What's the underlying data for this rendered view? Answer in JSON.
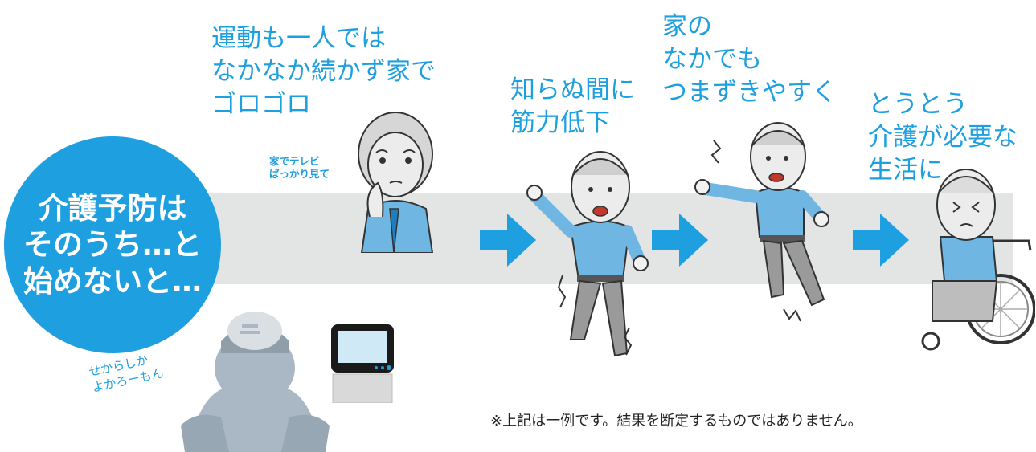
{
  "circle": {
    "lines": [
      "介護予防は",
      "そのうち…と",
      "始めないと…"
    ]
  },
  "stage1": {
    "caption": [
      "運動も一人では",
      "なかなか続かず家で",
      "ゴロゴロ"
    ],
    "small_note": [
      "家でテレビ",
      "ばっかり見て"
    ],
    "dialect": [
      "せからしか",
      "よかろーもん"
    ]
  },
  "stage2": {
    "caption": [
      "知らぬ間に",
      "筋力低下"
    ]
  },
  "stage3": {
    "caption": [
      "家の",
      "なかでも",
      "つまずきやすく"
    ]
  },
  "stage4": {
    "caption": [
      "とうとう",
      "介護が必要な",
      "生活に"
    ]
  },
  "footnote": "※上記は一例です。結果を断定するものではありません。",
  "colors": {
    "accent": "#1e9fe0",
    "band": "#e3e4e4",
    "shirt": "#6fb7e2"
  },
  "icons": [
    "tv-icon",
    "arrow-right-icon",
    "wheelchair-icon"
  ]
}
